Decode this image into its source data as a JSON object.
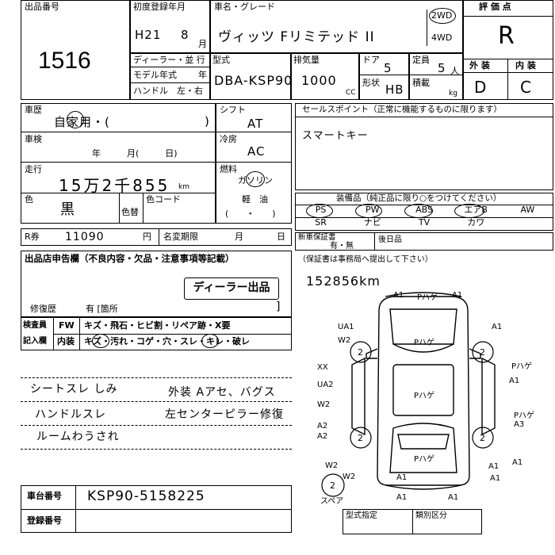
{
  "top": {
    "lot_label": "出品番号",
    "lot_number": "1516",
    "first_reg_label": "初度登録年月",
    "first_reg_era": "H21",
    "first_reg_month": "8",
    "month_unit": "月",
    "car_name_label": "車名・グレード",
    "car_name": "ヴィッツ  Fリミテッド II",
    "drive_2wd": "2WD",
    "drive_4wd": "4WD",
    "score_label": "評 価 点",
    "score": "R",
    "dealer_label": "ディーラー・並 行",
    "model_year_label": "モデル年式",
    "year_unit": "年",
    "handle_label": "ハンドル　左・右",
    "model_label": "型式",
    "model_code": "DBA-KSP90",
    "displacement_label": "排気量",
    "displacement": "1000",
    "cc_unit": "CC",
    "doors_label": "ドア",
    "doors": "5",
    "capacity_label": "定員",
    "capacity": "5",
    "person_unit": "人",
    "shape_label": "形状",
    "shape": "HB",
    "load_label": "積載",
    "kg_unit": "kg",
    "exterior_label": "外 装",
    "interior_label": "内 装",
    "exterior_grade": "D",
    "interior_grade": "C"
  },
  "history": {
    "history_label": "車歴",
    "history_value": "自家用・(",
    "shaken_label": "車検",
    "shaken_value": "年　　　月(　　　日)",
    "mileage_label": "走行",
    "mileage": "15万2千855",
    "km_unit": "km",
    "color_label": "色",
    "color_value": "黒",
    "recolor_label": "色替",
    "color_code_label": "色コード",
    "shift_label": "シフト",
    "shift_value": "AT",
    "ac_label": "冷房",
    "ac_value": "AC",
    "fuel_label": "燃料",
    "fuel_gasoline": "ガソリン",
    "fuel_diesel": "軽　油",
    "fuel_paren": "(　　・　　)"
  },
  "sales": {
    "title": "セールスポイント（正常に機能するものに限ります）",
    "text": "スマートキー"
  },
  "equipment": {
    "title": "装備品（純正品に限り○をつけてください）",
    "items_row1": [
      "PS",
      "PW",
      "ABS",
      "エアB",
      "AW"
    ],
    "items_row2": [
      "SR",
      "ナビ",
      "TV",
      "カワ",
      ""
    ]
  },
  "recycle": {
    "label": "R券",
    "value": "11090",
    "yen": "円",
    "pref_label": "名変期限",
    "month": "月",
    "day": "日"
  },
  "warranty": {
    "label": "新車保証書",
    "options": "有・無",
    "date_label": "後日品"
  },
  "report": {
    "title": "出品店申告欄（不良内容・欠品・注意事項等記載）",
    "stamp": "ディーラー出品",
    "repair_label": "修復歴",
    "repair_value": "有 [箇所"
  },
  "inspector": {
    "label1": "検査員",
    "label2": "記入欄",
    "fw": "FW",
    "fw_items": "キズ・飛石・ヒビ割・リペア跡・X要",
    "interior": "内装",
    "interior_items": "キズ・汚れ・コゲ・穴・スレ・キレ・破レ"
  },
  "notes": {
    "line1": "シートスレ しみ",
    "line2": "外装 Aアセ、バグス",
    "line3": "ハンドルスレ",
    "line4": "左センターピラー修復",
    "line5": "ルームわうされ"
  },
  "diagram": {
    "note_header": "（保証書は事務局へ提出して下さい）",
    "odometer_note": "152856km",
    "spare_label": "スペア",
    "marks": [
      "A1",
      "Pハゲ",
      "A1",
      "UA1",
      "W2",
      "A1",
      "Pハゲ",
      "Pハゲ",
      "XX",
      "UA2",
      "A1",
      "W2",
      "Pハゲ",
      "A2",
      "A2",
      "W2",
      "Pハゲ",
      "A3",
      "Pハゲ",
      "A1",
      "W2",
      "A1",
      "A1",
      "A1",
      "A1",
      "A1"
    ]
  },
  "bottom": {
    "chassis_label": "車台番号",
    "chassis": "KSP90-5158225",
    "reg_label": "登録番号",
    "type_label": "型式指定",
    "class_label": "類別区分"
  }
}
